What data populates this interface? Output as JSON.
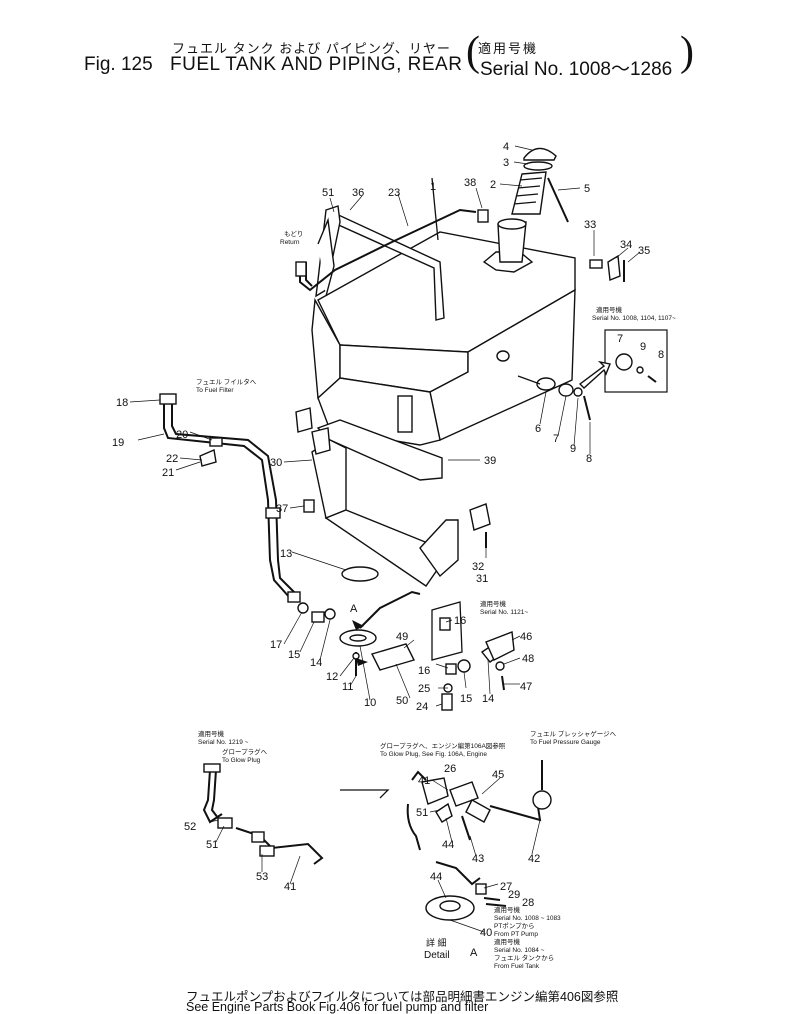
{
  "header": {
    "title_jp": "フュエル タンク および パイピング、リヤー",
    "fig_label": "Fig. 125",
    "title_en": "FUEL TANK AND PIPING, REAR",
    "serial_jp": "適用号機",
    "serial_en": "Serial No. 1008～1286"
  },
  "callouts": [
    {
      "id": "p1",
      "text": "1"
    },
    {
      "id": "p2",
      "text": "2"
    },
    {
      "id": "p3",
      "text": "3"
    },
    {
      "id": "p4",
      "text": "4"
    },
    {
      "id": "p5",
      "text": "5"
    },
    {
      "id": "p6",
      "text": "6"
    },
    {
      "id": "p7a",
      "text": "7"
    },
    {
      "id": "p7b",
      "text": "7"
    },
    {
      "id": "p8a",
      "text": "8"
    },
    {
      "id": "p8b",
      "text": "8"
    },
    {
      "id": "p9a",
      "text": "9"
    },
    {
      "id": "p9b",
      "text": "9"
    },
    {
      "id": "p10",
      "text": "10"
    },
    {
      "id": "p11",
      "text": "11"
    },
    {
      "id": "p12",
      "text": "12"
    },
    {
      "id": "p13",
      "text": "13"
    },
    {
      "id": "p14a",
      "text": "14"
    },
    {
      "id": "p14b",
      "text": "14"
    },
    {
      "id": "p15a",
      "text": "15"
    },
    {
      "id": "p15b",
      "text": "15"
    },
    {
      "id": "p16a",
      "text": "16"
    },
    {
      "id": "p16b",
      "text": "16"
    },
    {
      "id": "p17",
      "text": "17"
    },
    {
      "id": "p18",
      "text": "18"
    },
    {
      "id": "p19",
      "text": "19"
    },
    {
      "id": "p20",
      "text": "20"
    },
    {
      "id": "p21",
      "text": "21"
    },
    {
      "id": "p22",
      "text": "22"
    },
    {
      "id": "p23",
      "text": "23"
    },
    {
      "id": "p24",
      "text": "24"
    },
    {
      "id": "p25",
      "text": "25"
    },
    {
      "id": "p26",
      "text": "26"
    },
    {
      "id": "p27",
      "text": "27"
    },
    {
      "id": "p28",
      "text": "28"
    },
    {
      "id": "p29",
      "text": "29"
    },
    {
      "id": "p30",
      "text": "30"
    },
    {
      "id": "p31",
      "text": "31"
    },
    {
      "id": "p32",
      "text": "32"
    },
    {
      "id": "p33",
      "text": "33"
    },
    {
      "id": "p34",
      "text": "34"
    },
    {
      "id": "p35",
      "text": "35"
    },
    {
      "id": "p36",
      "text": "36"
    },
    {
      "id": "p37",
      "text": "37"
    },
    {
      "id": "p38",
      "text": "38"
    },
    {
      "id": "p39",
      "text": "39"
    },
    {
      "id": "p40",
      "text": "40"
    },
    {
      "id": "p41a",
      "text": "41"
    },
    {
      "id": "p41b",
      "text": "41"
    },
    {
      "id": "p42",
      "text": "42"
    },
    {
      "id": "p43",
      "text": "43"
    },
    {
      "id": "p44a",
      "text": "44"
    },
    {
      "id": "p44b",
      "text": "44"
    },
    {
      "id": "p45",
      "text": "45"
    },
    {
      "id": "p46",
      "text": "46"
    },
    {
      "id": "p47",
      "text": "47"
    },
    {
      "id": "p48",
      "text": "48"
    },
    {
      "id": "p49",
      "text": "49"
    },
    {
      "id": "p50",
      "text": "50"
    },
    {
      "id": "p51a",
      "text": "51"
    },
    {
      "id": "p51b",
      "text": "51"
    },
    {
      "id": "p51c",
      "text": "51"
    },
    {
      "id": "p52",
      "text": "52"
    },
    {
      "id": "p53",
      "text": "53"
    },
    {
      "id": "pA",
      "text": "A"
    }
  ],
  "notes": {
    "return_jp": "もどり",
    "return_en": "Return",
    "fuel_filter_jp": "フュエル フイルタへ",
    "fuel_filter_en": "To Fuel Filter",
    "serial_1008_jp": "適用号機",
    "serial_1008_en": "Serial No. 1008, 1104, 1107~",
    "serial_1121_jp": "適用号機",
    "serial_1121_en": "Serial No. 1121~",
    "serial_1219_jp": "適用号機",
    "serial_1219_en": "Serial No. 1219 ~",
    "glow_plug_jp": "グロープラグへ",
    "glow_plug_en": "To Glow Plug",
    "glow_plug2_jp": "グロープラグへ、エンジン編第106A図参照",
    "glow_plug2_en": "To Glow Plug, See Fig. 106A, Engine",
    "pressure_gauge_jp": "フュエル プレッシャゲージへ",
    "pressure_gauge_en": "To Fuel Pressure Gauge",
    "serial_1008_1083_jp": "適用号機",
    "serial_1008_1083_en": "Serial No. 1008 ~ 1083",
    "pt_pump_jp": "PTポンプから",
    "pt_pump_en": "From PT Pump",
    "serial_1084_jp": "適用号機",
    "serial_1084_en": "Serial No. 1084 ~",
    "fuel_tank_jp": "フュエル タンクから",
    "fuel_tank_en": "From Fuel Tank",
    "detail_jp": "詳 細",
    "detail_en": "Detail",
    "detail_letter": "A"
  },
  "footer": {
    "jp": "フュエルポンプおよびフイルタについては部品明細書エンジン編第406図参照",
    "en": "See Engine Parts Book Fig.406 for fuel pump and filter"
  }
}
